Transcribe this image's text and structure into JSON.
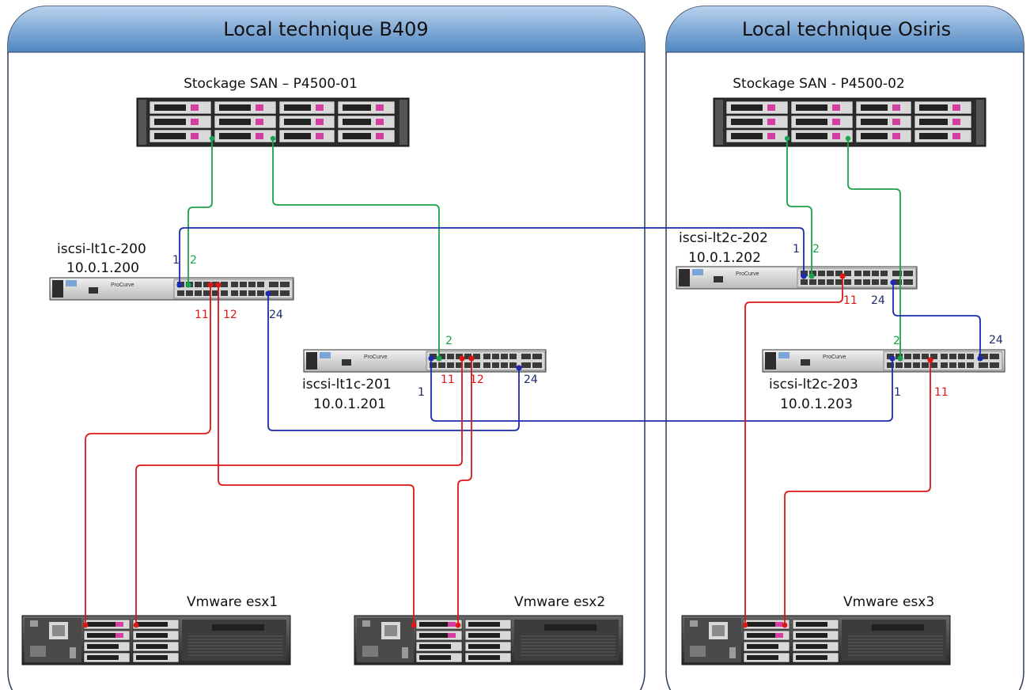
{
  "rooms": {
    "b409": {
      "title": "Local technique B409"
    },
    "osiris": {
      "title": "Local technique Osiris"
    }
  },
  "san": {
    "san1": {
      "label": "Stockage SAN – P4500-01"
    },
    "san2": {
      "label": "Stockage SAN - P4500-02"
    }
  },
  "switches": {
    "sw200": {
      "name": "iscsi-lt1c-200",
      "ip": "10.0.1.200"
    },
    "sw201": {
      "name": "iscsi-lt1c-201",
      "ip": "10.0.1.201"
    },
    "sw202": {
      "name": "iscsi-lt2c-202",
      "ip": "10.0.1.202"
    },
    "sw203": {
      "name": "iscsi-lt2c-203",
      "ip": "10.0.1.203"
    }
  },
  "switch_brand": "ProCurve",
  "servers": {
    "esx1": {
      "label": "Vmware esx1"
    },
    "esx2": {
      "label": "Vmware esx2"
    },
    "esx3": {
      "label": "Vmware esx3"
    }
  },
  "ports": {
    "sw200": {
      "p1": "1",
      "p2": "2",
      "p11": "11",
      "p12": "12",
      "p24": "24"
    },
    "sw201": {
      "p1": "1",
      "p2": "2",
      "p11": "11",
      "p12": "12",
      "p24": "24"
    },
    "sw202": {
      "p1": "1",
      "p2": "2",
      "p11": "11",
      "p24": "24"
    },
    "sw203": {
      "p1": "1",
      "p2": "2",
      "p11": "11",
      "p24": "24"
    }
  },
  "colors": {
    "storage_link": "#1aa34a",
    "interswitch_link": "#1d2ab0",
    "server_link": "#e01515",
    "room_header_top": "#a9c6e6",
    "room_header_bottom": "#4f86c0",
    "room_border": "#2b3e59",
    "port_label_blue": "#1d2a6e"
  }
}
